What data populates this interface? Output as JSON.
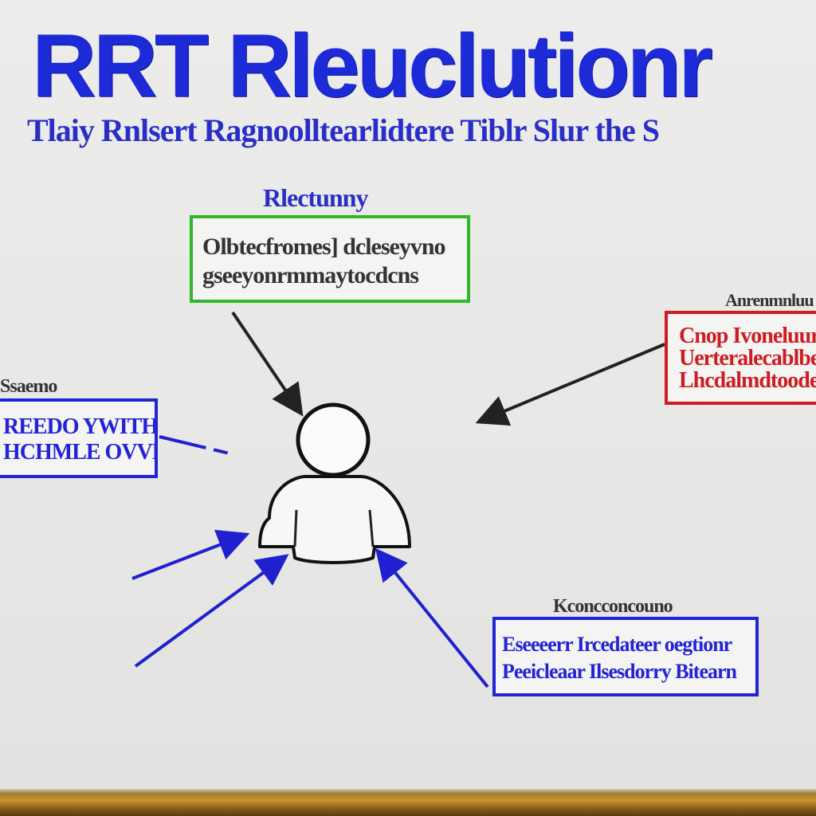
{
  "title": "RRT Rleuclutionr",
  "subtitle": "Tlaiy Rnlsert Ragnoolltearlidtere Tiblr Slur the S",
  "colors": {
    "title_blue": "#1d2ad8",
    "green_box": "#2fb82a",
    "red_box": "#cc1e22",
    "blue_box": "#2323d6",
    "arrow_blue": "#2020d0",
    "arrow_dark": "#222222"
  },
  "boxes": {
    "top": {
      "caption": "Rlectunny",
      "lines": [
        "Olbtecfromes] dcleseyvno",
        "gseeyonrmmaytocdcns"
      ]
    },
    "right": {
      "caption": "Anrenmnluu",
      "lines": [
        "Cnop Ivoneluure",
        "Uerteralecablbe",
        "Lhcdalmdtoodeb"
      ]
    },
    "left": {
      "caption": "Ssaemo",
      "lines": [
        "REEDO YWITHEM",
        "HCHMLE OVVL"
      ]
    },
    "bottom": {
      "caption": "Kconcconcouno",
      "lines": [
        "Eseeeerr Ircedateer oegtionr",
        "Peeicleaar Ilsesdorry Bitearn"
      ]
    }
  },
  "figure": {
    "icon": "person-icon"
  }
}
